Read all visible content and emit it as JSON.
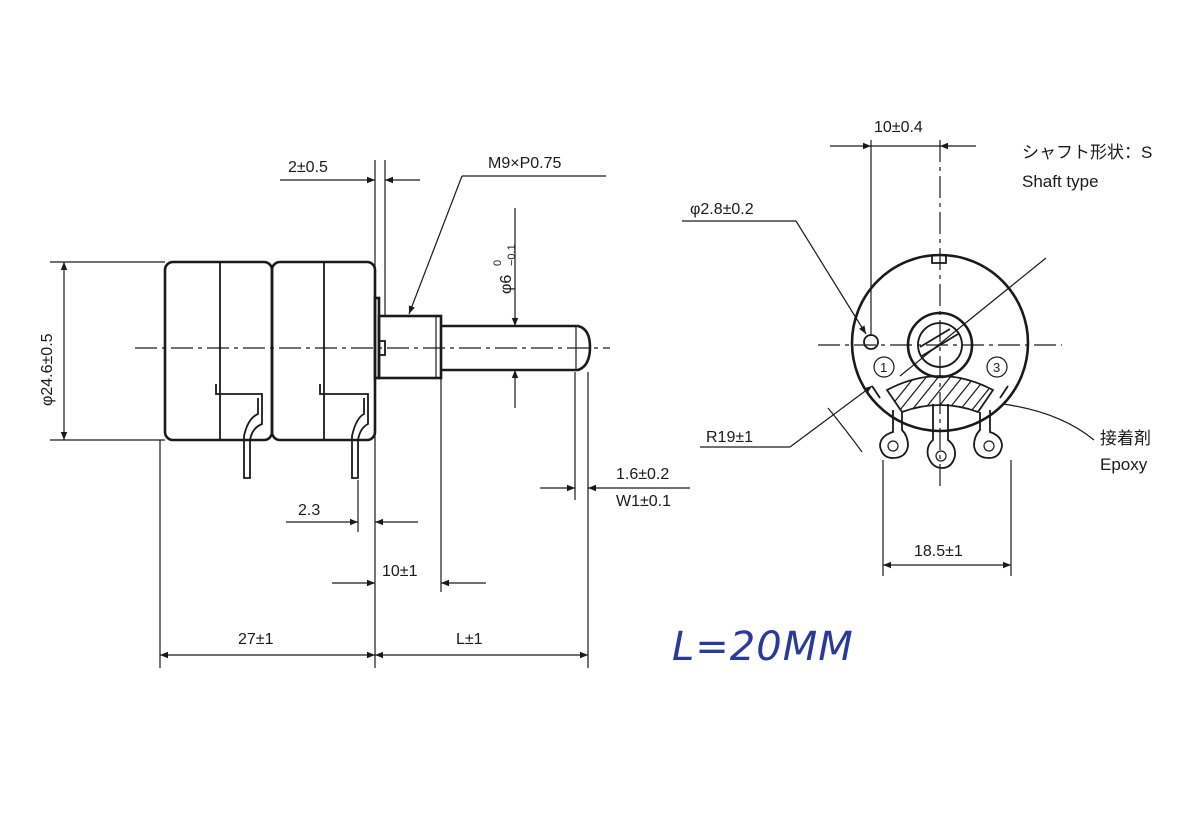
{
  "labels": {
    "flange_thickness": "2±0.5",
    "thread": "M9×P0.75",
    "shaft_diameter": "φ6",
    "shaft_tol_upper": "0",
    "shaft_tol_lower": "−0.1",
    "body_diameter": "φ24.6±0.5",
    "pin_offset": "2.3",
    "bushing_length": "10±1",
    "body_depth": "27±1",
    "shaft_length": "L±1",
    "flat_depth": "1.6±0.2",
    "flat_width": "W1±0.1",
    "hole_spacing": "10±0.4",
    "hole_diameter": "φ2.8±0.2",
    "shaft_type_jp": "シャフト形状：S",
    "shaft_type_en": "Shaft type",
    "radius": "R19±1",
    "epoxy_jp": "接着剤",
    "epoxy_en": "Epoxy",
    "terminal_span": "18.5±1",
    "terminal_1": "1",
    "terminal_3": "3",
    "handwritten_note": "L=20MM"
  },
  "colors": {
    "line": "#1a1a1a",
    "ink_blue": "#2a3a9a",
    "background": "#ffffff"
  }
}
